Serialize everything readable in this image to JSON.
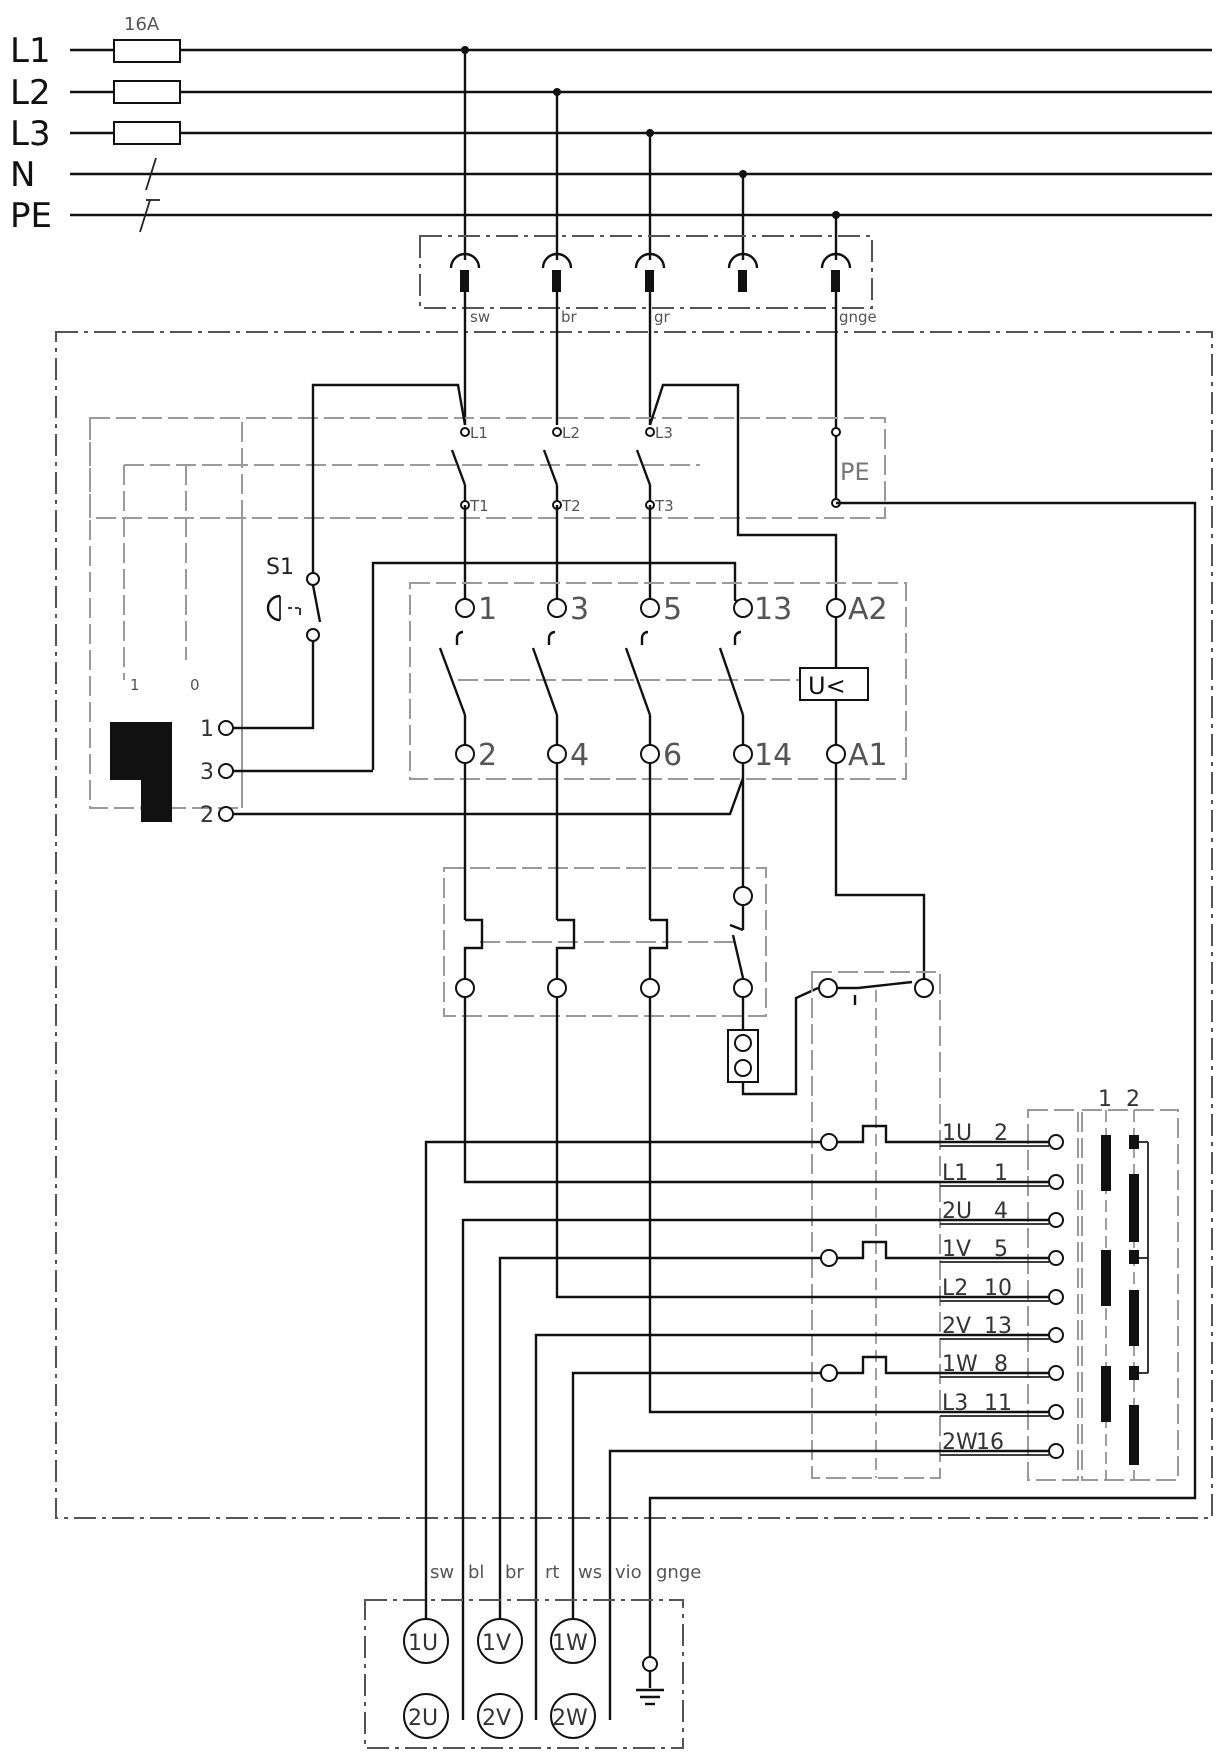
{
  "supply": {
    "lines": [
      "L1",
      "L2",
      "L3",
      "N",
      "PE"
    ],
    "fuse_rating": "16A"
  },
  "supply_wires": [
    "sw",
    "br",
    "gr",
    "gnge"
  ],
  "contactor": {
    "main_upper": [
      "L1",
      "L2",
      "L3"
    ],
    "main_lower": [
      "T1",
      "T2",
      "T3"
    ],
    "pe": "PE",
    "top_terminals": [
      "1",
      "3",
      "5",
      "13",
      "A2"
    ],
    "bottom_terminals": [
      "2",
      "4",
      "6",
      "14",
      "A1"
    ],
    "coil": "U<"
  },
  "switch": {
    "label": "S1",
    "positions": [
      "1",
      "0"
    ],
    "terminals": [
      "1",
      "3",
      "2"
    ]
  },
  "motor_block": {
    "left_labels": [
      "1U",
      "L1",
      "2U",
      "1V",
      "L2",
      "2V",
      "1W",
      "L3",
      "2W"
    ],
    "right_numbers": [
      "2",
      "1",
      "4",
      "5",
      "10",
      "13",
      "8",
      "11",
      "16"
    ],
    "columns": [
      "1",
      "2"
    ]
  },
  "motor": {
    "wire_colors": [
      "sw",
      "bl",
      "br",
      "rt",
      "ws",
      "vio",
      "gnge"
    ],
    "top_windings": [
      "1U",
      "1V",
      "1W"
    ],
    "bottom_windings": [
      "2U",
      "2V",
      "2W"
    ]
  }
}
